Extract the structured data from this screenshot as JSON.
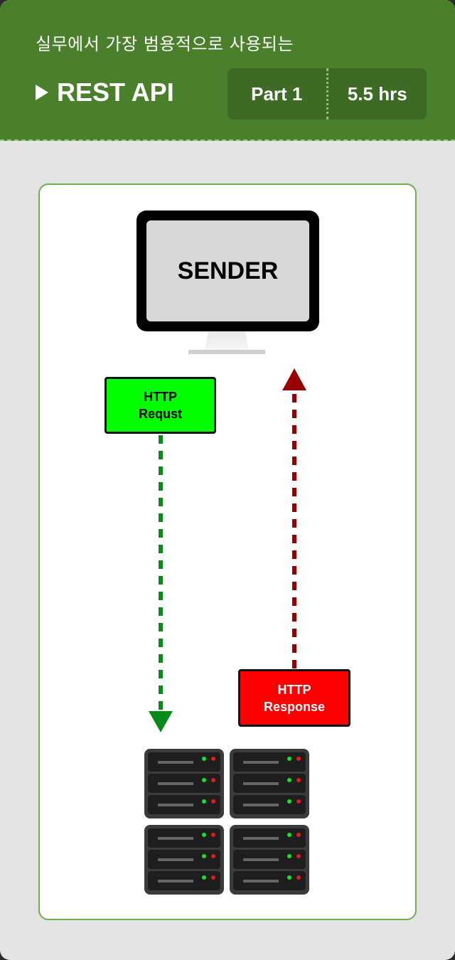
{
  "header": {
    "subtitle": "실무에서 가장 범용적으로 사용되는",
    "title": "REST API",
    "part": "Part 1",
    "duration": "5.5 hrs",
    "icon": "play-icon"
  },
  "diagram": {
    "sender_label": "SENDER",
    "request": {
      "line1": "HTTP",
      "line2": "Requst"
    },
    "response": {
      "line1": "HTTP",
      "line2": "Response"
    },
    "colors": {
      "request_arrow": "#0a8a1a",
      "response_arrow": "#990000",
      "request_box": "#00ff00",
      "response_box": "#ff0000",
      "header_bg": "#4a7f2c"
    },
    "server_racks": 4,
    "units_per_rack": 3
  }
}
